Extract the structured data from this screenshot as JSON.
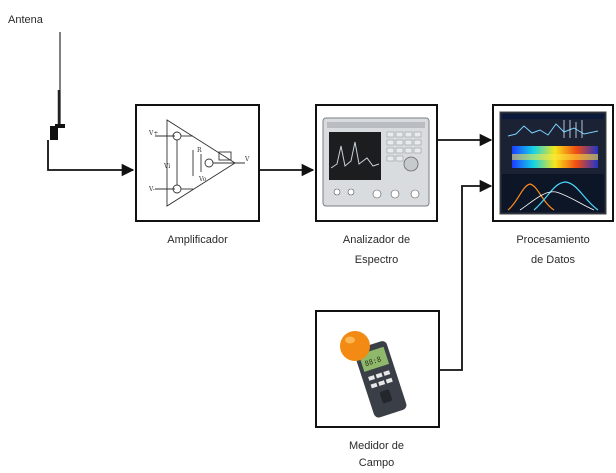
{
  "labels": {
    "antenna": "Antena",
    "amplifier": "Amplificador",
    "analyzer_line1": "Analizador de",
    "analyzer_line2": "Espectro",
    "processing_line1": "Procesamiento",
    "processing_line2": "de Datos",
    "meter_line1": "Medidor de",
    "meter_line2": "Campo"
  },
  "colors": {
    "line": "#111111",
    "meter_ball": "#f28a14",
    "meter_body": "#3a3f47",
    "display_green": "#8fb86a"
  },
  "icons": {
    "antenna": "antenna-icon",
    "amplifier": "op-amp-schematic-icon",
    "analyzer": "spectrum-analyzer-icon",
    "processing": "spectrogram-screen-icon",
    "meter": "field-meter-icon"
  }
}
